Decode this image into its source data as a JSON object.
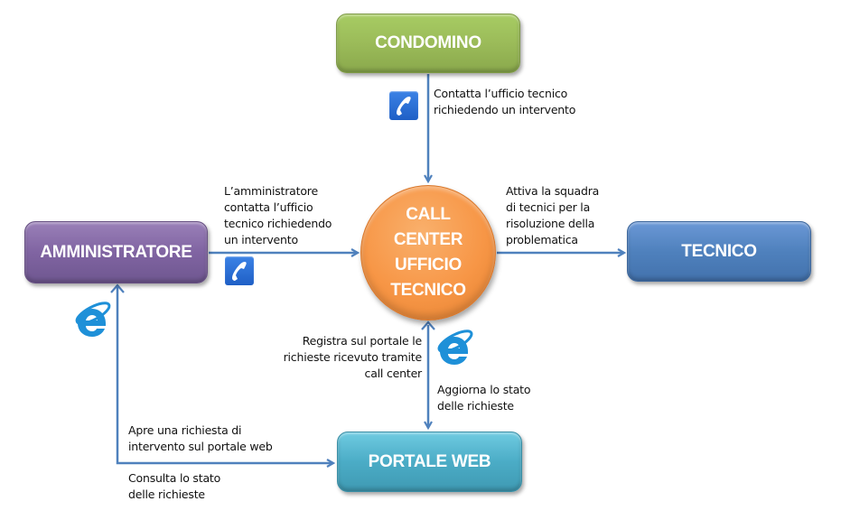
{
  "nodes": {
    "condomino": {
      "label": "CONDOMINO",
      "color": "#9bbb59"
    },
    "amministratore": {
      "label": "AMMINISTRATORE",
      "color": "#8064a2"
    },
    "tecnico": {
      "label": "TECNICO",
      "color": "#4f81bd"
    },
    "portale": {
      "label": "PORTALE WEB",
      "color": "#4bacc6"
    },
    "callcenter": {
      "lines": [
        "CALL",
        "CENTER",
        "UFFICIO",
        "TECNICO"
      ],
      "color": "#f79646"
    }
  },
  "edges": {
    "condomino_to_callcenter": {
      "lines": [
        "Contatta l’ufficio tecnico",
        "richiedendo un intervento"
      ],
      "icon": "phone-icon"
    },
    "amministratore_to_callcenter": {
      "lines": [
        "L’amministratore",
        "contatta l’ufficio",
        "tecnico richiedendo",
        "un intervento"
      ],
      "icon": "phone-icon"
    },
    "callcenter_to_tecnico": {
      "lines": [
        "Attiva la squadra",
        "di tecnici per la",
        "risoluzione della",
        "problematica"
      ]
    },
    "callcenter_to_portale": {
      "lines": [
        "Registra sul portale le",
        "richieste ricevuto tramite",
        "call center"
      ],
      "icon": "internet-explorer-icon"
    },
    "portale_to_callcenter": {
      "lines": [
        "Aggiorna lo stato",
        "delle richieste"
      ]
    },
    "amministratore_to_portale": {
      "lines": [
        "Apre una richiesta di",
        "intervento sul portale web"
      ],
      "icon": "internet-explorer-icon"
    },
    "portale_to_amministratore": {
      "lines": [
        "Consulta lo stato",
        "delle richieste"
      ]
    }
  },
  "colors": {
    "arrow": "#4f81bd",
    "text": "#111111"
  }
}
